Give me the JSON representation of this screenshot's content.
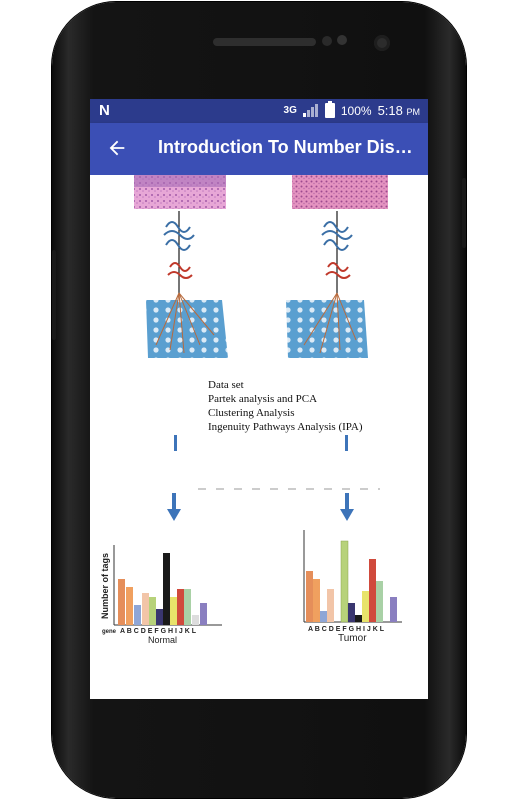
{
  "status_bar": {
    "network": "3G",
    "battery": "100%",
    "time": "5:18",
    "ampm": "PM",
    "notification_icon": "n-app-icon"
  },
  "app_bar": {
    "back_icon": "arrow-back-icon",
    "title": "Introduction To Number Dis…"
  },
  "figure": {
    "text_lines": [
      "Data set",
      "Partek analysis and PCA",
      "Clustering Analysis",
      "Ingenuity Pathways Analysis (IPA)"
    ],
    "normal_chart": {
      "ylabel": "Number of tags",
      "gene_label": "gene",
      "letters": "A B C D E F G H I J  K L",
      "xlabel": "Normal"
    },
    "tumor_chart": {
      "letters": "A B C D E F G H I J  K L",
      "xlabel": "Tumor"
    }
  },
  "colors": {
    "status_bar": "#2c3b8c",
    "app_bar": "#3b4fb5",
    "arrow_blue": "#3d74b9"
  }
}
